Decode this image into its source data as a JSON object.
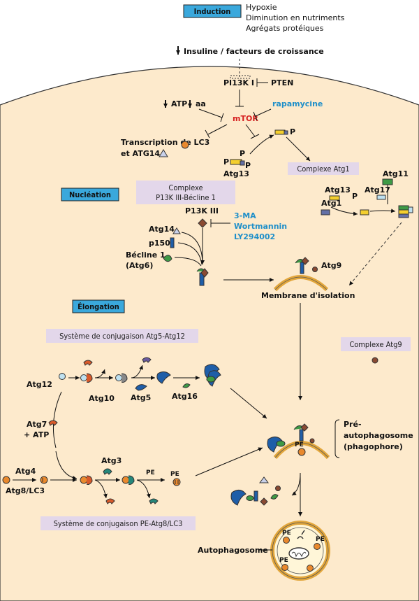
{
  "induction": {
    "label": "Induction",
    "signals": [
      "Hypoxie",
      "Diminution en nutriments",
      "Agrégats protéiques"
    ],
    "insulin": "Insuline / facteurs de croissance"
  },
  "signaling": {
    "pi3k": "PI13K I",
    "pten": "PTEN",
    "atp": "ATP",
    "aa": "aa",
    "mtor": "mTOR",
    "rapamycine": "rapamycine",
    "transcription_line1": "Transcription de LC3",
    "transcription_line2": "et ATG14",
    "atg13": "Atg13",
    "p": "P",
    "complexe_atg1": "Complexe Atg1",
    "atg11": "Atg11",
    "atg13b": "Atg13",
    "atg17": "Atg17",
    "atg1": "Atg1"
  },
  "nucleation": {
    "label": "Nucléation",
    "complex_line1": "Complexe",
    "complex_line2": "P13K III-Bécline 1",
    "pi3k3": "P13K III",
    "inhibitors": [
      "3-MA",
      "Wortmannin",
      "LY294002"
    ],
    "atg14": "Atg14",
    "p150": "p150",
    "becline_line1": "Bécline 1",
    "becline_line2": "(Atg6)",
    "atg9": "Atg9",
    "membrane": "Membrane d'isolation"
  },
  "elongation": {
    "label": "Élongation",
    "system1": "Système de conjugaison Atg5-Atg12",
    "complexe_atg9": "Complexe Atg9",
    "atg12": "Atg12",
    "atg10": "Atg10",
    "atg5": "Atg5",
    "atg16": "Atg16",
    "atg7_line1": "Atg7",
    "atg7_line2": "+ ATP",
    "atg4": "Atg4",
    "atg8": "Atg8/LC3",
    "atg3": "Atg3",
    "pe": "PE",
    "system2": "Système de conjugaison PE-Atg8/LC3",
    "pre_line1": "Pré-",
    "pre_line2": "autophagosome",
    "pre_line3": "(phagophore)",
    "autophagosome": "Autophagosome"
  },
  "colors": {
    "cell": "#fdeacc",
    "stage_box": "#3aa8dc",
    "complex_box": "#e3d7ea",
    "membrane": "#e2a63b",
    "blue_protein": "#1f5ea8",
    "green_protein": "#3e9a45",
    "orange": "#e9892d",
    "brown": "#8a4a32",
    "accent_blue": "#1f8fc9",
    "accent_red": "#d62020"
  }
}
